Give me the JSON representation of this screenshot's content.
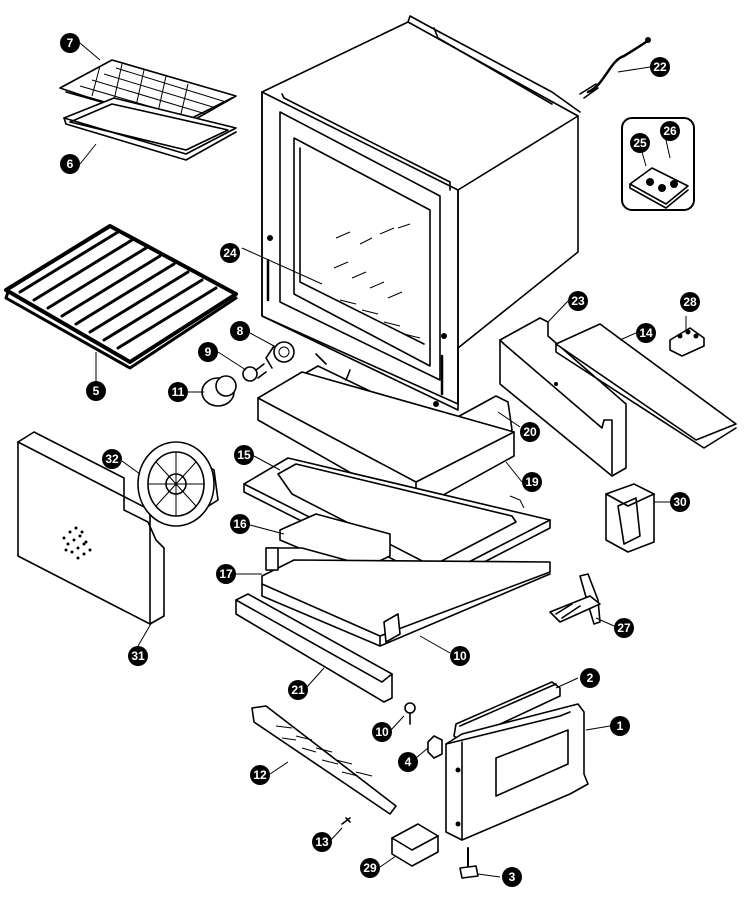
{
  "diagram": {
    "callouts": [
      "1",
      "2",
      "3",
      "4",
      "5",
      "6",
      "7",
      "8",
      "9",
      "10",
      "11",
      "12",
      "13",
      "14",
      "15",
      "16",
      "17",
      "19",
      "20",
      "21",
      "22",
      "23",
      "24",
      "25",
      "26",
      "27",
      "28",
      "29",
      "30",
      "31",
      "32"
    ]
  }
}
